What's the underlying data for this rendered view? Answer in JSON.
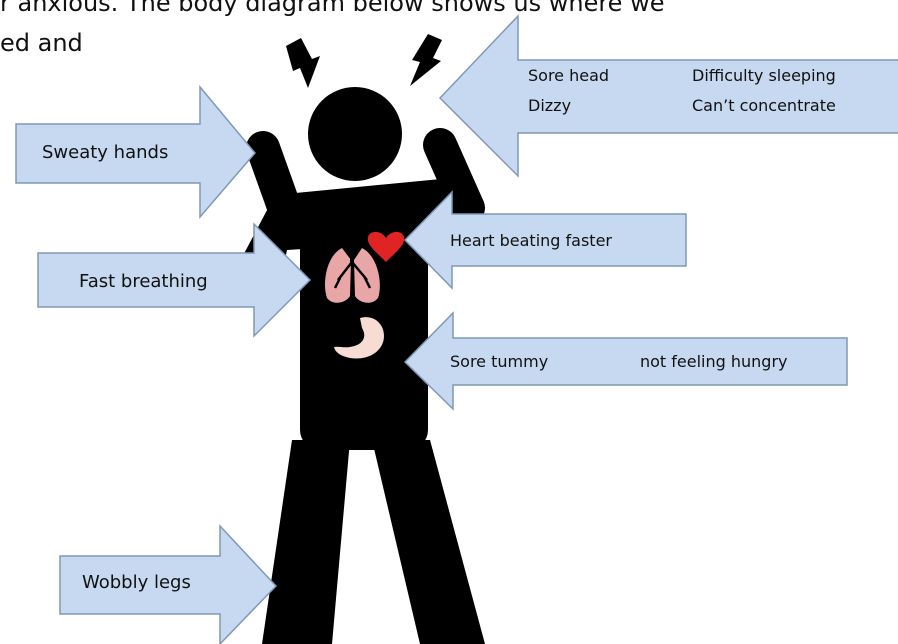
{
  "intro": {
    "line1": "r anxious. The body diagram below shows us where we",
    "line2": "ed and"
  },
  "labels": {
    "sore_head": "Sore head",
    "dizzy": "Dizzy",
    "difficulty_sleeping": "Difficulty sleeping",
    "cant_concentrate": "Can’t concentrate",
    "sweaty_hands": "Sweaty hands",
    "fast_breathing": "Fast breathing",
    "heart_beating_faster": "Heart beating faster",
    "sore_tummy": "Sore tummy",
    "not_feeling_hungry": "not feeling hungry",
    "wobbly_legs": "Wobbly legs"
  },
  "colors": {
    "arrow_fill": "#c6d9f0",
    "arrow_stroke": "#7f98b6",
    "figure": "#000000",
    "lungs": "#e8a6a6",
    "heart": "#e02424",
    "stomach": "#f6dcd2"
  }
}
